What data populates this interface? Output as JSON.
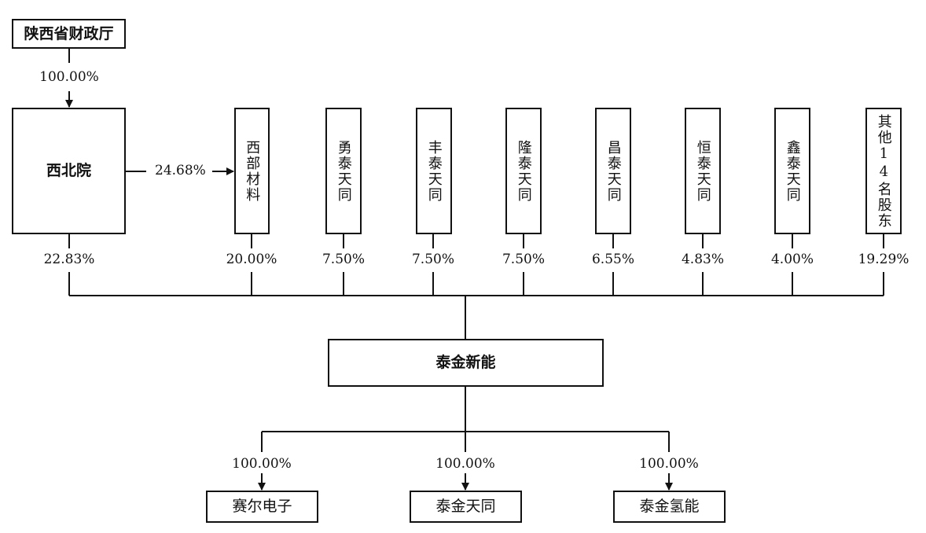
{
  "nodes": {
    "sx_finance": "陕西省财政厅",
    "xibeiyuan": "西北院",
    "xibu_cailiao": "西部材料",
    "yongtai": "勇泰天同",
    "fengtai": "丰泰天同",
    "longtai": "隆泰天同",
    "changtai": "昌泰天同",
    "hengtai": "恒泰天同",
    "xintai": "鑫泰天同",
    "others": "其他14名股东",
    "taijin": "泰金新能",
    "saier": "赛尔电子",
    "taijin_tiantong": "泰金天同",
    "taijin_qingneng": "泰金氢能"
  },
  "percentages": {
    "finance_to_xibeiyuan": "100.00%",
    "xibeiyuan_to_xibu": "24.68%",
    "xibeiyuan": "22.83%",
    "xibu_cailiao": "20.00%",
    "yongtai": "7.50%",
    "fengtai": "7.50%",
    "longtai": "7.50%",
    "changtai": "6.55%",
    "hengtai": "4.83%",
    "xintai": "4.00%",
    "others": "19.29%",
    "saier": "100.00%",
    "taijin_tiantong": "100.00%",
    "taijin_qingneng": "100.00%"
  }
}
